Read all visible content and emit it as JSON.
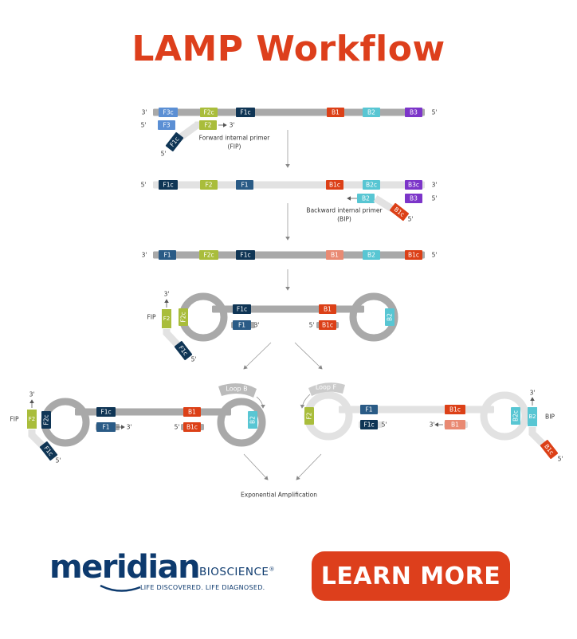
{
  "title": "LAMP Workflow",
  "labels": {
    "three_prime": "3'",
    "five_prime": "5'",
    "fip_line1": "Forward internal primer",
    "fip_line2": "(FIP)",
    "bip_line1": "Backward internal primer",
    "bip_line2": "(BIP)",
    "fip": "FIP",
    "bip": "BIP",
    "loop_b": "Loop B",
    "loop_f": "Loop F",
    "exponential": "Exponential Amplification"
  },
  "regions": {
    "F3c": "F3c",
    "F2c": "F2c",
    "F1c": "F1c",
    "B1": "B1",
    "B2": "B2",
    "B3": "B3",
    "F3": "F3",
    "F2": "F2",
    "F1": "F1",
    "B1c": "B1c",
    "B2c": "B2c",
    "B3c": "B3c"
  },
  "colors": {
    "F3": "#5b8fd4",
    "F2": "#a9bd3b",
    "F1": "#0f3555",
    "F1b": "#2a5b86",
    "B1": "#dc4017",
    "B1light": "#e98a73",
    "B2": "#58c6d3",
    "B3": "#7c35c9",
    "strand_dark": "#a9a9a9",
    "strand_light": "#e2e2e2",
    "accent": "#dd3f1c"
  },
  "logo": {
    "name": "meridian",
    "sub": "BIOSCIENCE",
    "tagline": "LIFE DISCOVERED. LIFE DIAGNOSED."
  },
  "cta": "LEARN MORE"
}
